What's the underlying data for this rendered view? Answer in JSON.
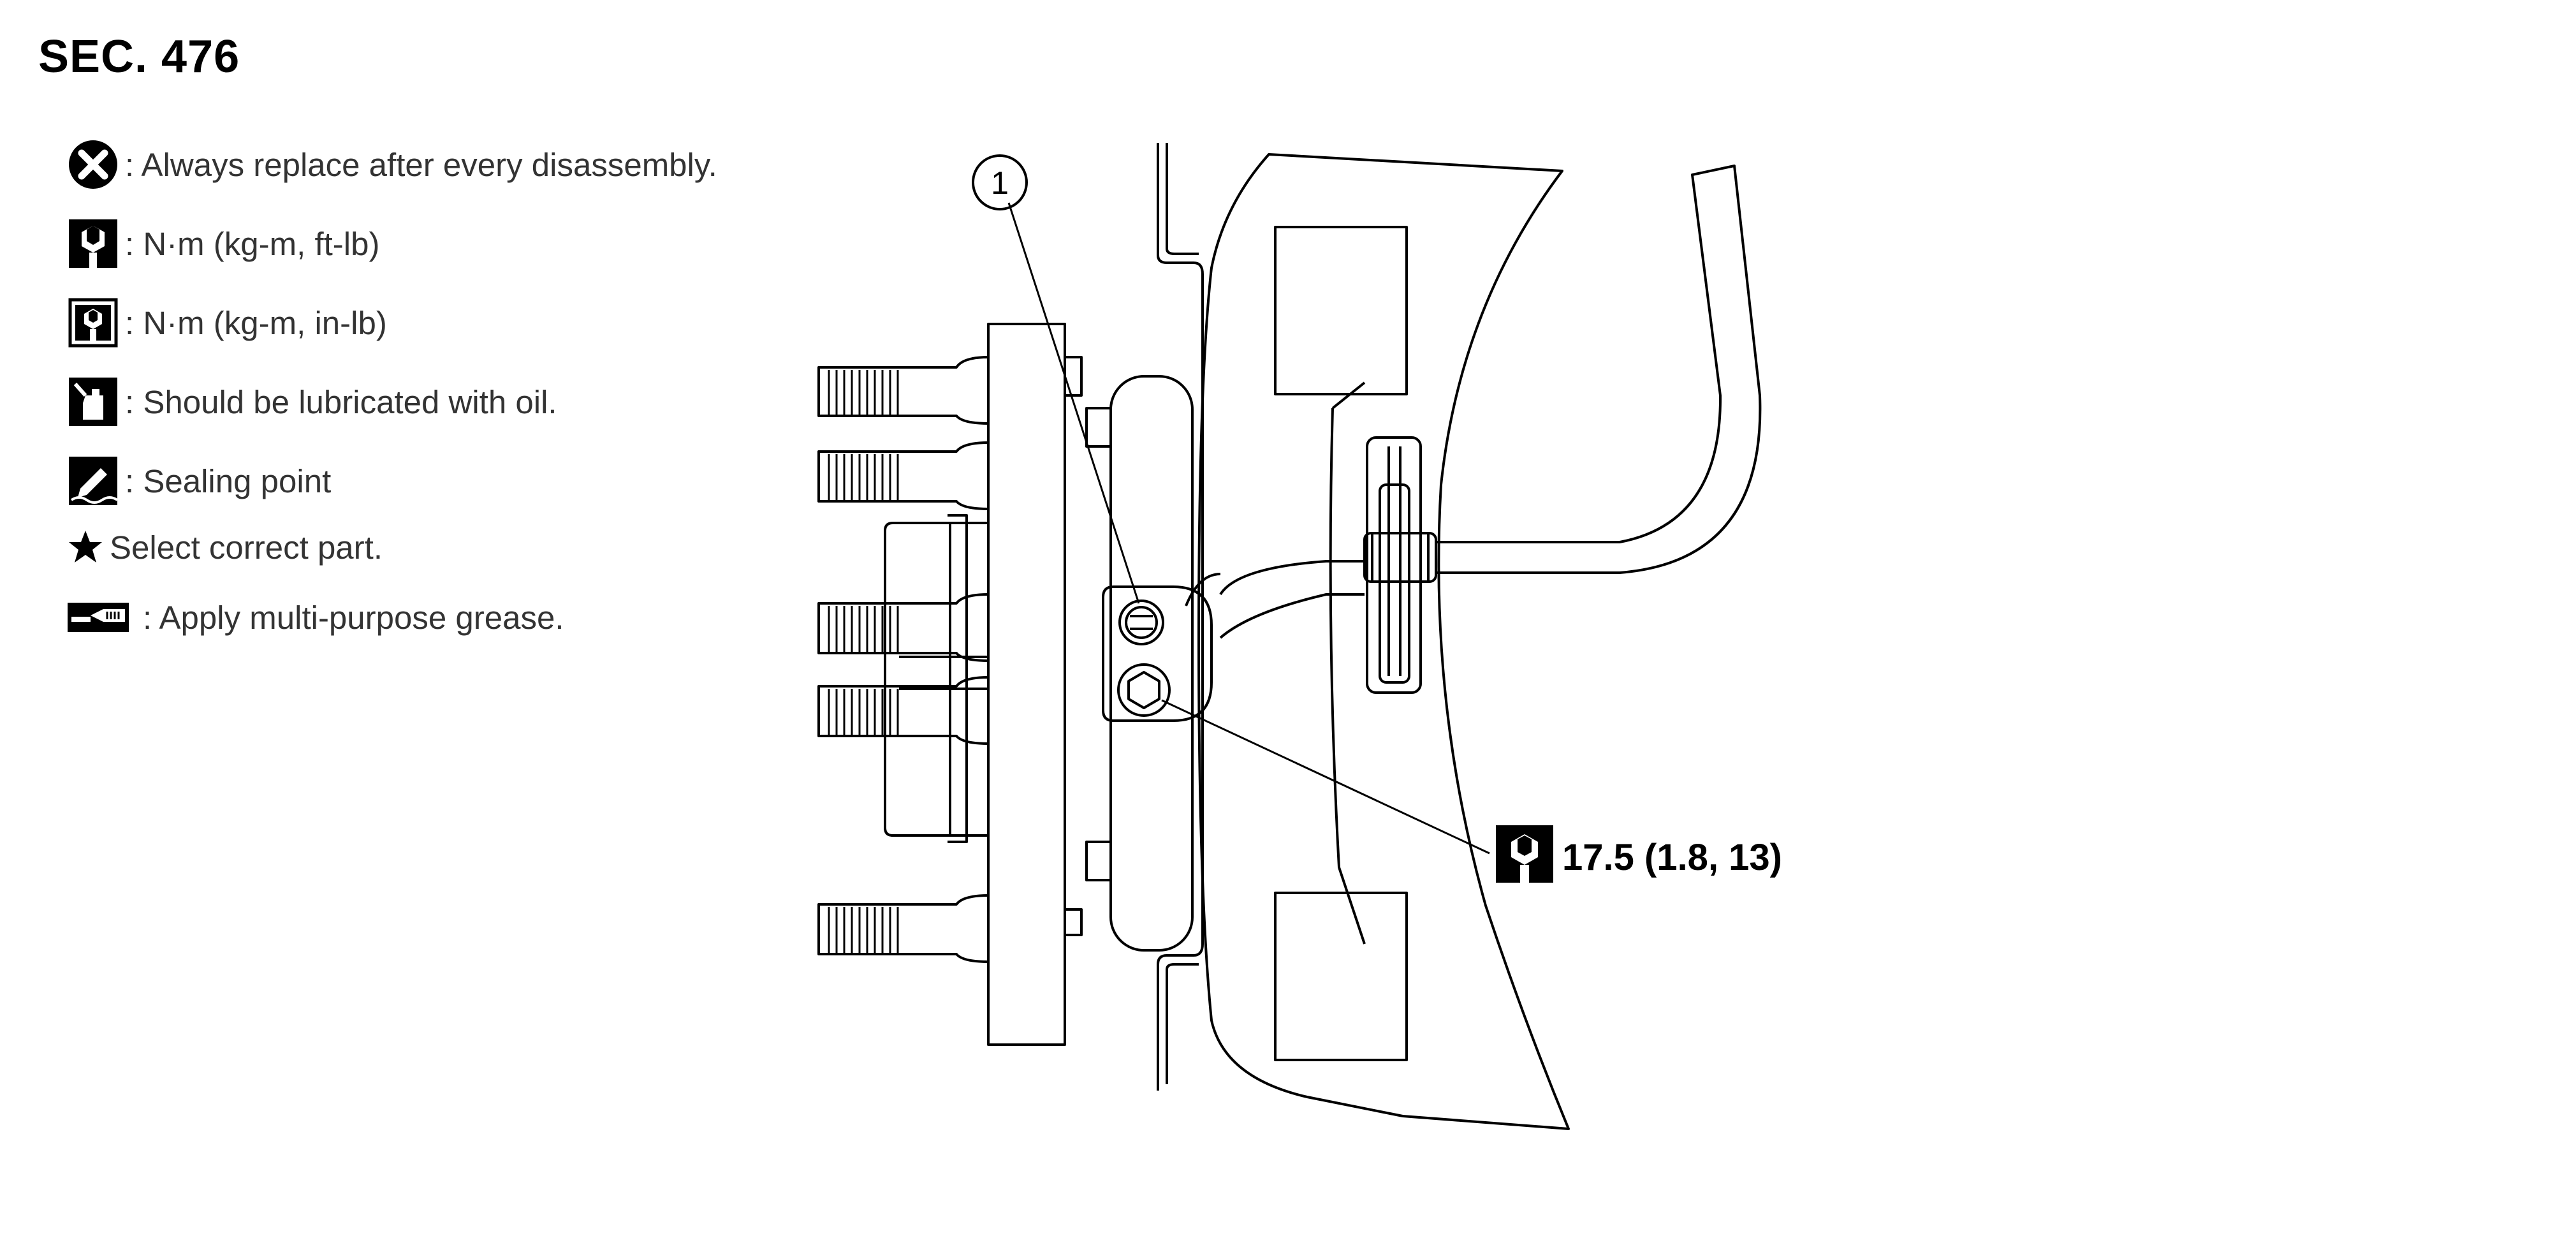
{
  "section": "SEC. 476",
  "legend": [
    {
      "icon": "always-replace-icon",
      "text": ": Always replace after every disassembly."
    },
    {
      "icon": "torque-wrench-icon",
      "text": ": N·m (kg-m, ft-lb)"
    },
    {
      "icon": "torque-wrench-small-icon",
      "text": ": N·m (kg-m, in-lb)"
    },
    {
      "icon": "oil-can-icon",
      "text": ": Should be lubricated with oil."
    },
    {
      "icon": "sealing-icon",
      "text": ": Sealing point"
    },
    {
      "icon": "star-icon",
      "text": "Select correct part."
    },
    {
      "icon": "grease-icon",
      "text": ": Apply multi-purpose grease."
    }
  ],
  "diagram": {
    "callout": "1",
    "torque": "17.5 (1.8, 13)",
    "torque_icon": "torque-wrench-icon"
  }
}
